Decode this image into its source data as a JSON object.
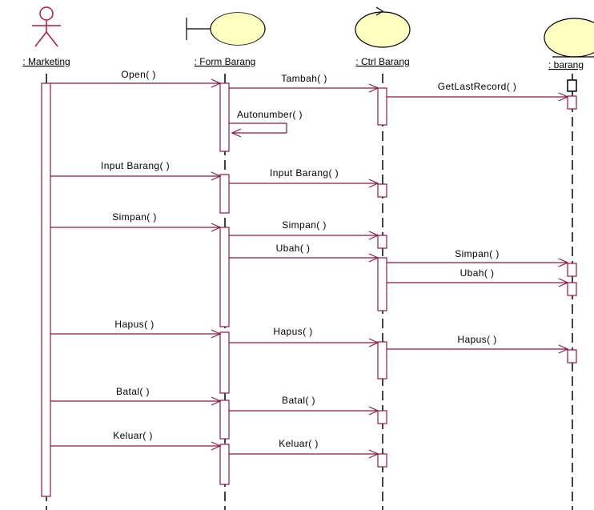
{
  "colors": {
    "line": "#8b1a3d",
    "actor": "#b01a3c",
    "icon_fill": "#ffffc0",
    "icon_stroke": "#000000",
    "text": "#000000"
  },
  "objects": [
    {
      "label": ": Marketing",
      "kind": "actor-icon"
    },
    {
      "label": ": Form Barang",
      "kind": "boundary-icon"
    },
    {
      "label": ": Ctrl Barang",
      "kind": "control-icon"
    },
    {
      "label": ": barang",
      "kind": "entity-icon"
    }
  ],
  "messages": [
    {
      "label": "Open( )",
      "from": ": Marketing",
      "to": ": Form Barang"
    },
    {
      "label": "Tambah( )",
      "from": ": Form Barang",
      "to": ": Ctrl Barang"
    },
    {
      "label": "GetLastRecord( )",
      "from": ": Ctrl Barang",
      "to": ": barang"
    },
    {
      "label": "Autonumber( )",
      "from": ": Form Barang",
      "to": ": Form Barang"
    },
    {
      "label": "Input Barang( )",
      "from": ": Marketing",
      "to": ": Form Barang"
    },
    {
      "label": "Input Barang( )",
      "from": ": Form Barang",
      "to": ": Ctrl Barang"
    },
    {
      "label": "Simpan( )",
      "from": ": Marketing",
      "to": ": Form Barang"
    },
    {
      "label": "Simpan( )",
      "from": ": Form Barang",
      "to": ": Ctrl Barang"
    },
    {
      "label": "Ubah( )",
      "from": ": Form Barang",
      "to": ": Ctrl Barang"
    },
    {
      "label": "Simpan( )",
      "from": ": Ctrl Barang",
      "to": ": barang"
    },
    {
      "label": "Ubah( )",
      "from": ": Ctrl Barang",
      "to": ": barang"
    },
    {
      "label": "Hapus( )",
      "from": ": Marketing",
      "to": ": Form Barang"
    },
    {
      "label": "Hapus( )",
      "from": ": Form Barang",
      "to": ": Ctrl Barang"
    },
    {
      "label": "Hapus( )",
      "from": ": Ctrl Barang",
      "to": ": barang"
    },
    {
      "label": "Batal( )",
      "from": ": Marketing",
      "to": ": Form Barang"
    },
    {
      "label": "Batal( )",
      "from": ": Form Barang",
      "to": ": Ctrl Barang"
    },
    {
      "label": "Keluar( )",
      "from": ": Marketing",
      "to": ": Form Barang"
    },
    {
      "label": "Keluar( )",
      "from": ": Form Barang",
      "to": ": Ctrl Barang"
    }
  ]
}
